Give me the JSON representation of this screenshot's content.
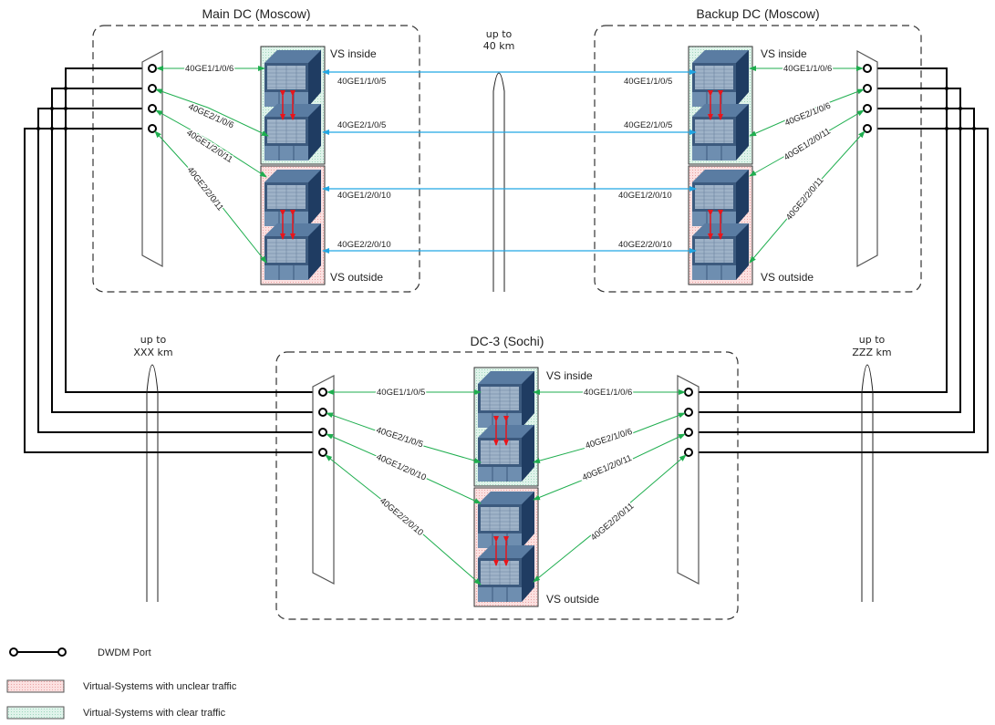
{
  "colors": {
    "dwdm": "#000000",
    "green_link": "#1fae4f",
    "blue_link": "#22a7e3",
    "stack_link": "#e8151b",
    "clear_fill": "#d3efe2",
    "unclear_fill": "#f8d2d2",
    "switch_face": "#3c5a7e",
    "switch_side": "#1f3c62"
  },
  "dcs": [
    {
      "title": "Main DC (Moscow)",
      "vs_inside_label": "VS inside",
      "vs_outside_label": "VS outside",
      "mux_links": [
        "40GE1/1/0/6",
        "40GE2/1/0/6",
        "40GE1/2/0/11",
        "40GE2/2/0/11"
      ]
    },
    {
      "title": "Backup DC (Moscow)",
      "vs_inside_label": "VS inside",
      "vs_outside_label": "VS outside",
      "mux_links": [
        "40GE1/1/0/6",
        "40GE2/1/0/6",
        "40GE1/2/0/11",
        "40GE2/2/0/11"
      ]
    },
    {
      "title": "DC-3 (Sochi)",
      "vs_inside_label": "VS inside",
      "vs_outside_label": "VS outside",
      "left_mux_links": [
        "40GE1/1/0/5",
        "40GE2/1/0/5",
        "40GE1/2/0/10",
        "40GE2/2/0/10"
      ],
      "right_mux_links": [
        "40GE1/1/0/6",
        "40GE2/1/0/6",
        "40GE1/2/0/11",
        "40GE2/2/0/11"
      ]
    }
  ],
  "inter_dc_links": [
    {
      "left": "40GE1/1/0/5",
      "right": "40GE1/1/0/5"
    },
    {
      "left": "40GE2/1/0/5",
      "right": "40GE2/1/0/5"
    },
    {
      "left": "40GE1/2/0/10",
      "right": "40GE1/2/0/10"
    },
    {
      "left": "40GE2/2/0/10",
      "right": "40GE2/2/0/10"
    }
  ],
  "distances": {
    "moscow": [
      "up to",
      "40 km"
    ],
    "main_to_sochi": [
      "up to",
      "XXX km"
    ],
    "backup_to_sochi": [
      "up to",
      "ZZZ km"
    ]
  },
  "legend": {
    "dwdm": "DWDM Port",
    "unclear": "Virtual-Systems with unclear traffic",
    "clear": "Virtual-Systems with clear traffic"
  }
}
